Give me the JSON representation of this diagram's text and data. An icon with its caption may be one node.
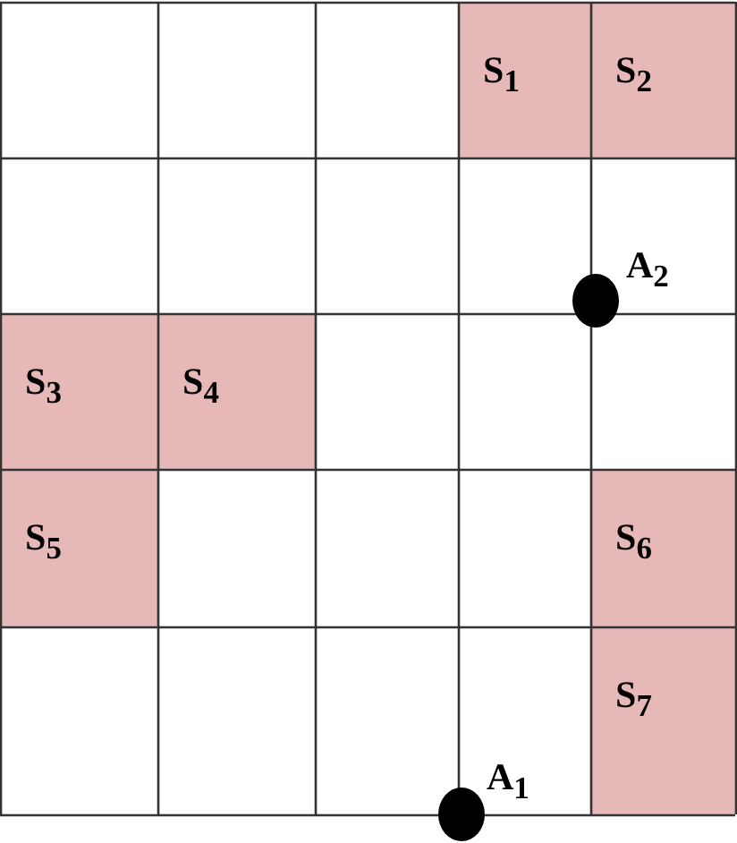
{
  "diagram": {
    "nodes": [
      {
        "text": [
          "S$_{1}$"
        ]
      },
      {
        "text": [
          "S$_{2}$"
        ]
      },
      {
        "text": [],
        "shape": "circle",
        "beside": [
          "A$_{2}$"
        ]
      },
      {
        "text": [
          "S$_{3}$"
        ]
      },
      {
        "text": [
          "S$_{4}$"
        ]
      },
      {
        "text": [
          "S$_{5}$"
        ]
      },
      {
        "text": [
          "S$_{6}$"
        ]
      },
      {
        "text": [
          "S$_{7}$"
        ]
      },
      {
        "text": [],
        "shape": "circle",
        "beside": [
          "A$_{1}$"
        ]
      }
    ],
    "edges": []
  }
}
